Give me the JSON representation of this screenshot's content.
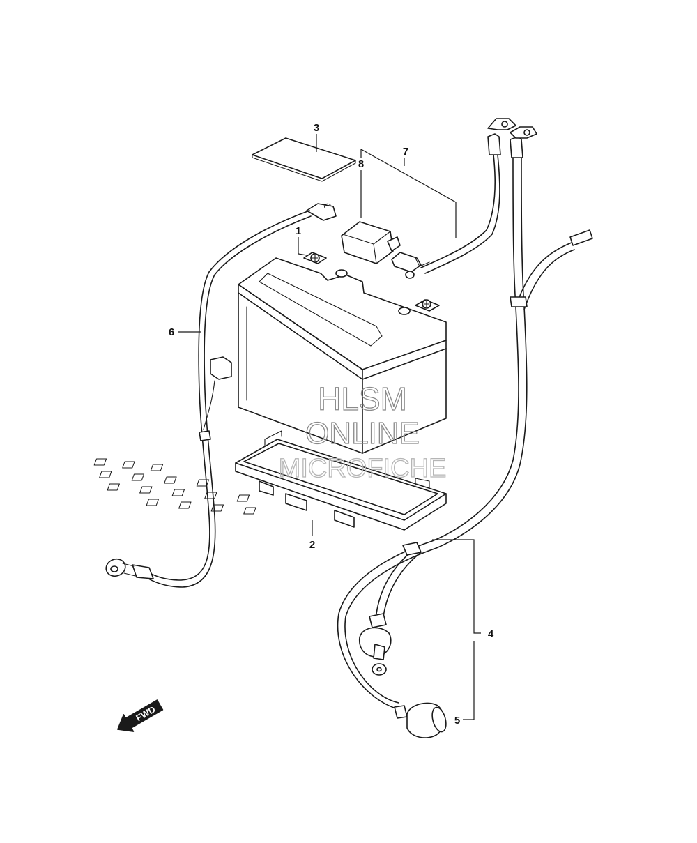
{
  "callouts": [
    {
      "id": "battery",
      "number": "1"
    },
    {
      "id": "tray",
      "number": "2"
    },
    {
      "id": "label-plate",
      "number": "3"
    },
    {
      "id": "cable-set-right",
      "number": "4"
    },
    {
      "id": "terminal-cap",
      "number": "5"
    },
    {
      "id": "cable-left",
      "number": "6"
    },
    {
      "id": "cable-assembly",
      "number": "7"
    },
    {
      "id": "terminal-cover",
      "number": "8"
    }
  ],
  "watermark": {
    "line1": "HLSM",
    "line2": "ONLINE",
    "line3": "MICROFICHE"
  },
  "direction_arrow": {
    "label": "FWD"
  }
}
